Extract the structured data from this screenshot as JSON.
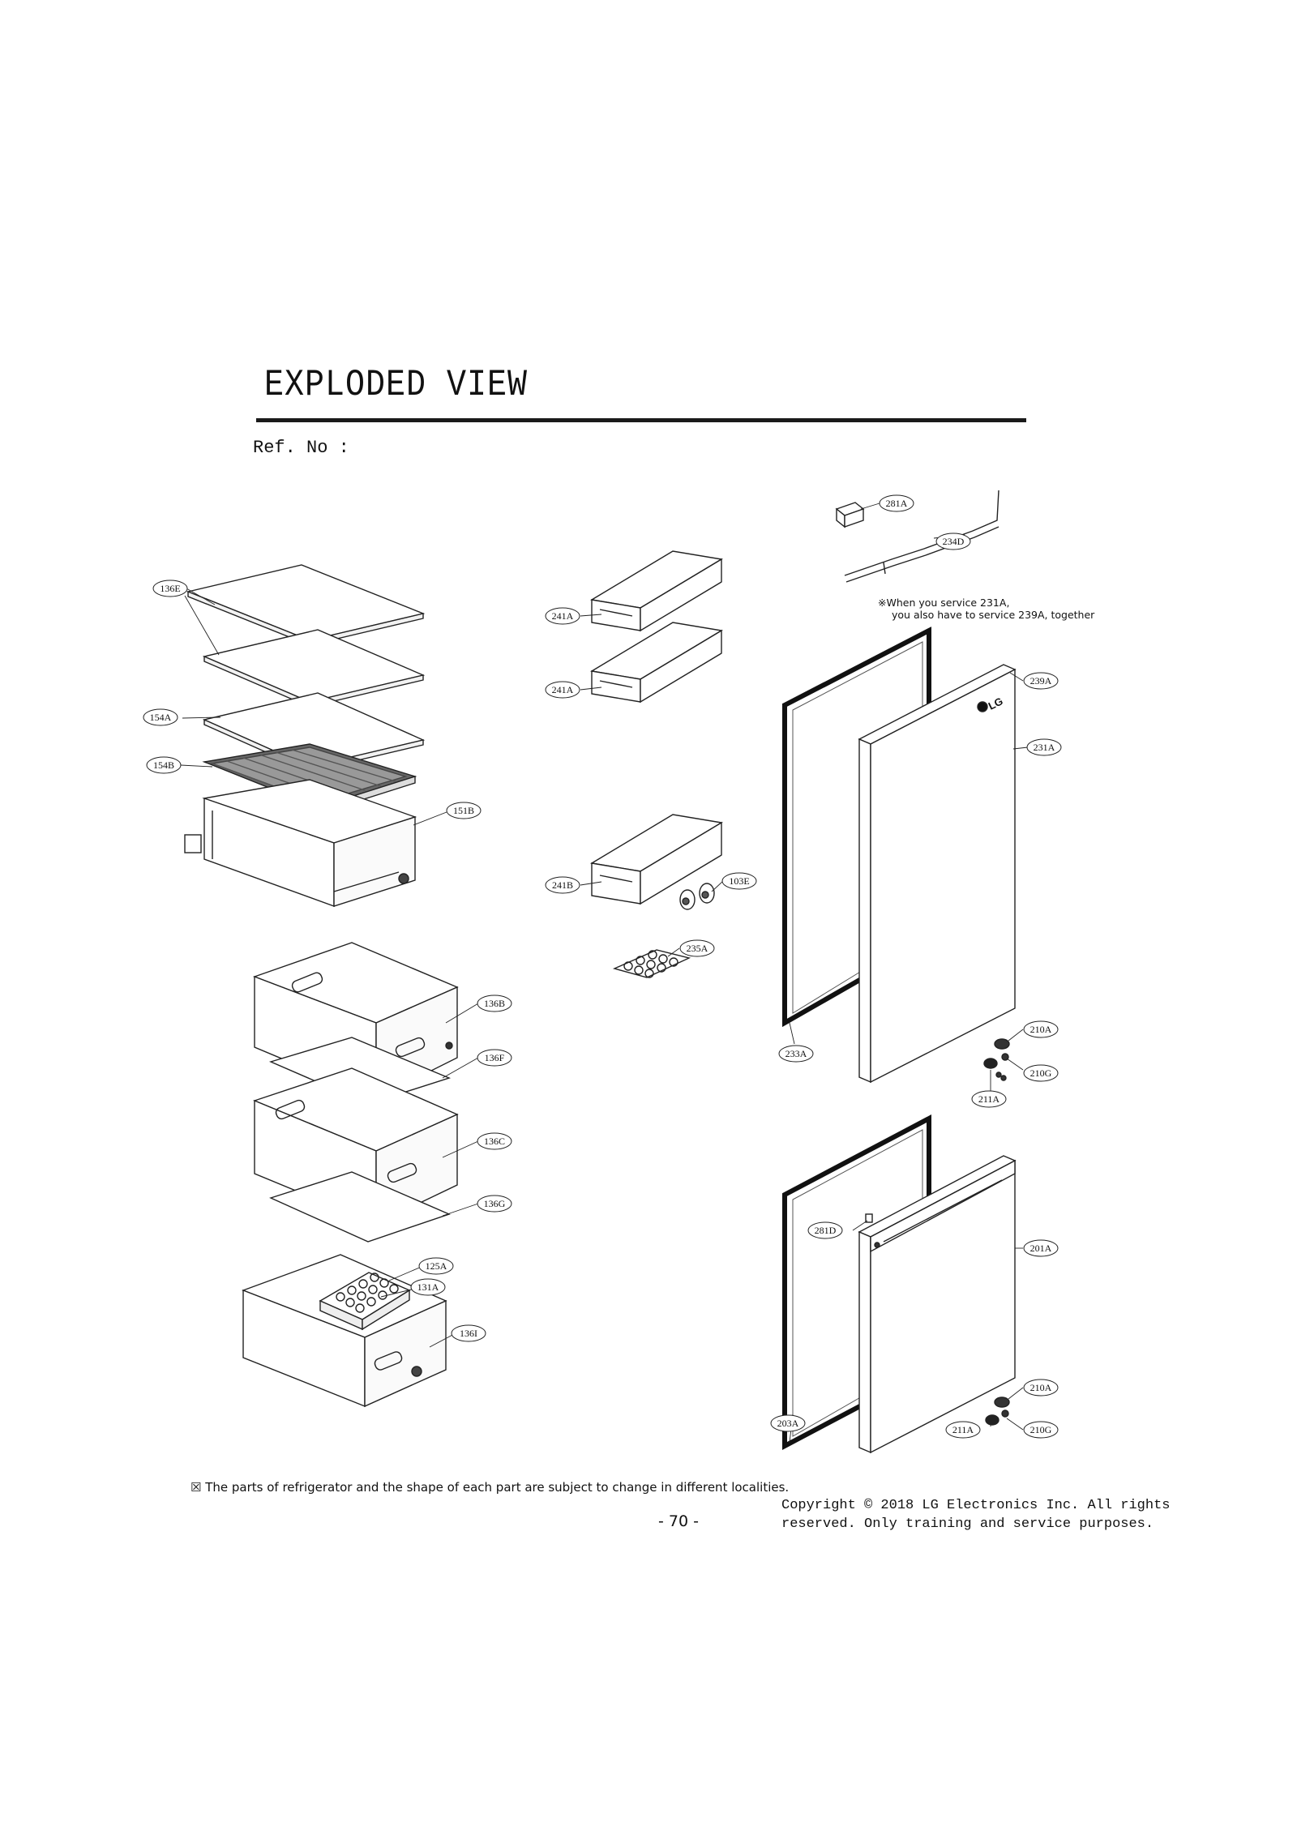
{
  "header": {
    "title": "EXPLODED VIEW",
    "ref_no": "Ref. No :"
  },
  "note": {
    "line1": "※When you service 231A,",
    "line2": "you also have to service 239A,  together"
  },
  "footer": {
    "disclaimer": "☒ The parts of refrigerator and the shape of each part are subject to change in different localities.",
    "page_number": "- 70 -",
    "copyright_line1": "Copyright © 2018 LG Electronics Inc. All rights",
    "copyright_line2": "reserved. Only training and service purposes."
  },
  "brand": "LG",
  "part_labels": [
    "136E",
    "154A",
    "154B",
    "151B",
    "136B",
    "136F",
    "136C",
    "136G",
    "125A",
    "131A",
    "136I",
    "241A",
    "241A",
    "241B",
    "103E",
    "235A",
    "281A",
    "234D",
    "239A",
    "231A",
    "233A",
    "210A",
    "210G",
    "211A",
    "281D",
    "201A",
    "203A",
    "210A",
    "211A",
    "210G"
  ]
}
